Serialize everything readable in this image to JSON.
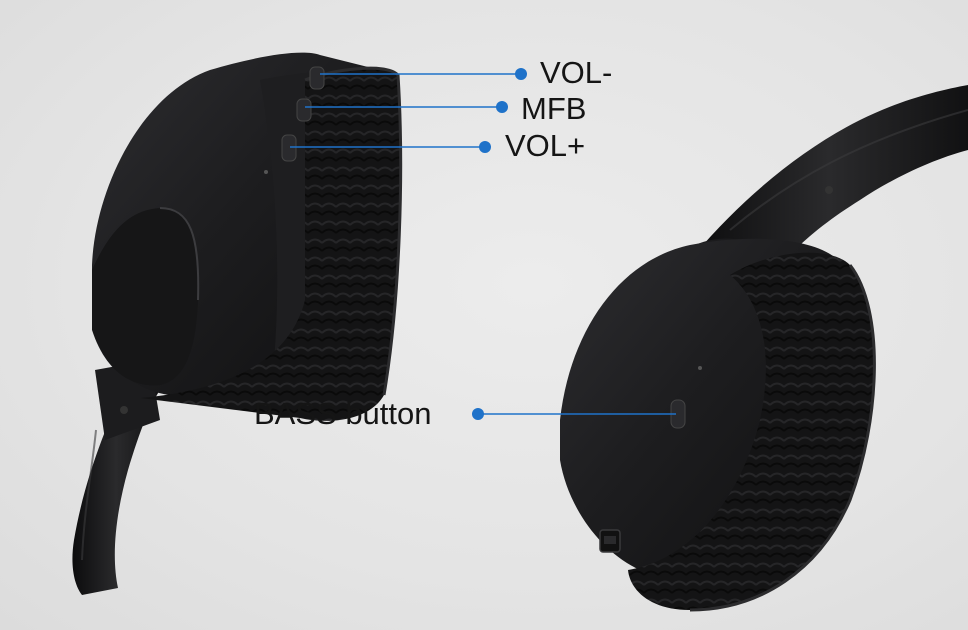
{
  "callouts": {
    "vol_minus": "VOL-",
    "mfb": "MFB",
    "vol_plus": "VOL+",
    "bass": "BASS button"
  },
  "colors": {
    "background": "#e7e7e7",
    "headphone_body": "#1b1b1d",
    "ear_cushion": "#121213",
    "callout_line": "#1f72c9",
    "label_text": "#151515"
  }
}
